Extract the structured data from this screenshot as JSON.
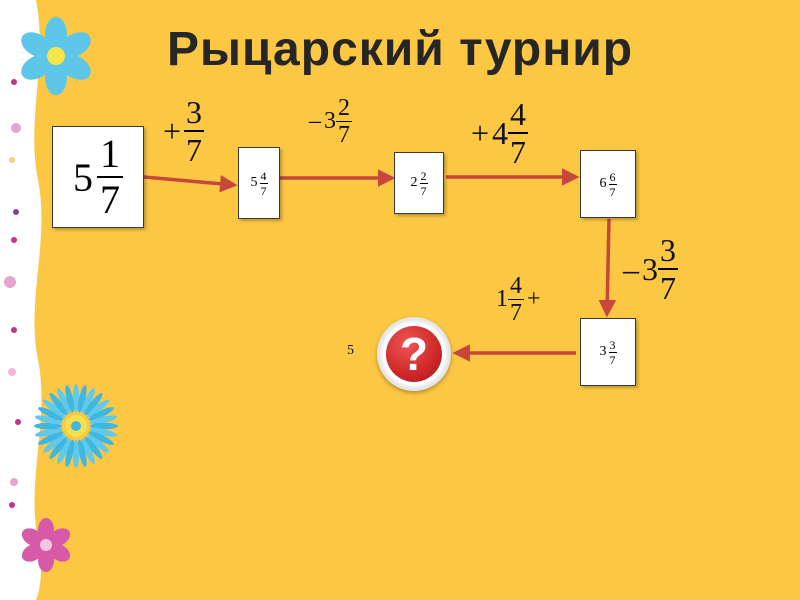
{
  "title": "Рыцарский турнир",
  "start": {
    "whole": "5",
    "num": "1",
    "den": "7"
  },
  "steps": [
    {
      "whole": "5",
      "num": "4",
      "den": "7"
    },
    {
      "whole": "2",
      "num": "2",
      "den": "7"
    },
    {
      "whole": "6",
      "num": "6",
      "den": "7"
    },
    {
      "whole": "3",
      "num": "3",
      "den": "7"
    }
  ],
  "operations": [
    {
      "sign": "+",
      "whole": "",
      "num": "3",
      "den": "7"
    },
    {
      "sign": "–",
      "whole": "3",
      "num": "2",
      "den": "7"
    },
    {
      "sign": "+",
      "whole": "4",
      "num": "4",
      "den": "7"
    },
    {
      "sign": "–",
      "whole": "3",
      "num": "3",
      "den": "7"
    },
    {
      "sign": "+",
      "whole": "1",
      "num": "4",
      "den": "7"
    }
  ],
  "answer_hint": "5",
  "question_mark": "?",
  "colors": {
    "background": "#fcc843",
    "arrow": "#c8473c",
    "button": "#d12b2b"
  }
}
